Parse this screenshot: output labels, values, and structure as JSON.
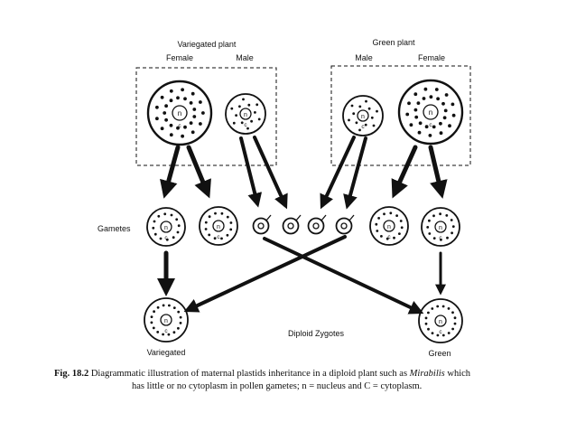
{
  "labels": {
    "variegated_plant": "Variegated plant",
    "green_plant": "Green plant",
    "female_left": "Female",
    "male_left": "Male",
    "male_right": "Male",
    "female_right": "Female",
    "gametes": "Gametes",
    "diploid_zygotes": "Diploid Zygotes",
    "variegated": "Variegated",
    "green": "Green"
  },
  "cell_letters": {
    "nucleus": "n",
    "cytoplasm": "c"
  },
  "caption": {
    "fig_number": "Fig. 18.2",
    "text_before_italic": "Diagrammatic illustration of maternal plastids inheritance in a diploid plant such as",
    "italic": "Mirabilis",
    "text_after_italic": "which",
    "line2": "has little or no cytoplasm in pollen gametes; n = nucleus and C = cytoplasm."
  }
}
